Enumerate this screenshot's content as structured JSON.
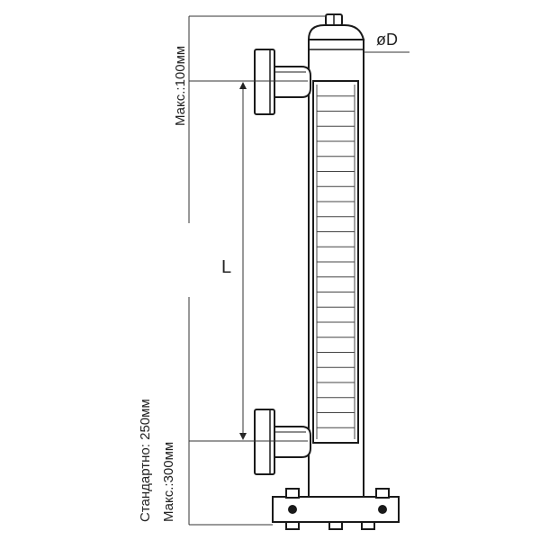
{
  "labels": {
    "diameter": "øD",
    "length": "L",
    "top_clearance": "Макс.:100мм",
    "bottom_standard": "Стандартно: 250мм",
    "bottom_max": "Макс.:300мм"
  },
  "gauge": {
    "scale_segments": 24
  },
  "colors": {
    "stroke": "#1a1a1a",
    "fill": "#ffffff",
    "line": "#333333"
  }
}
